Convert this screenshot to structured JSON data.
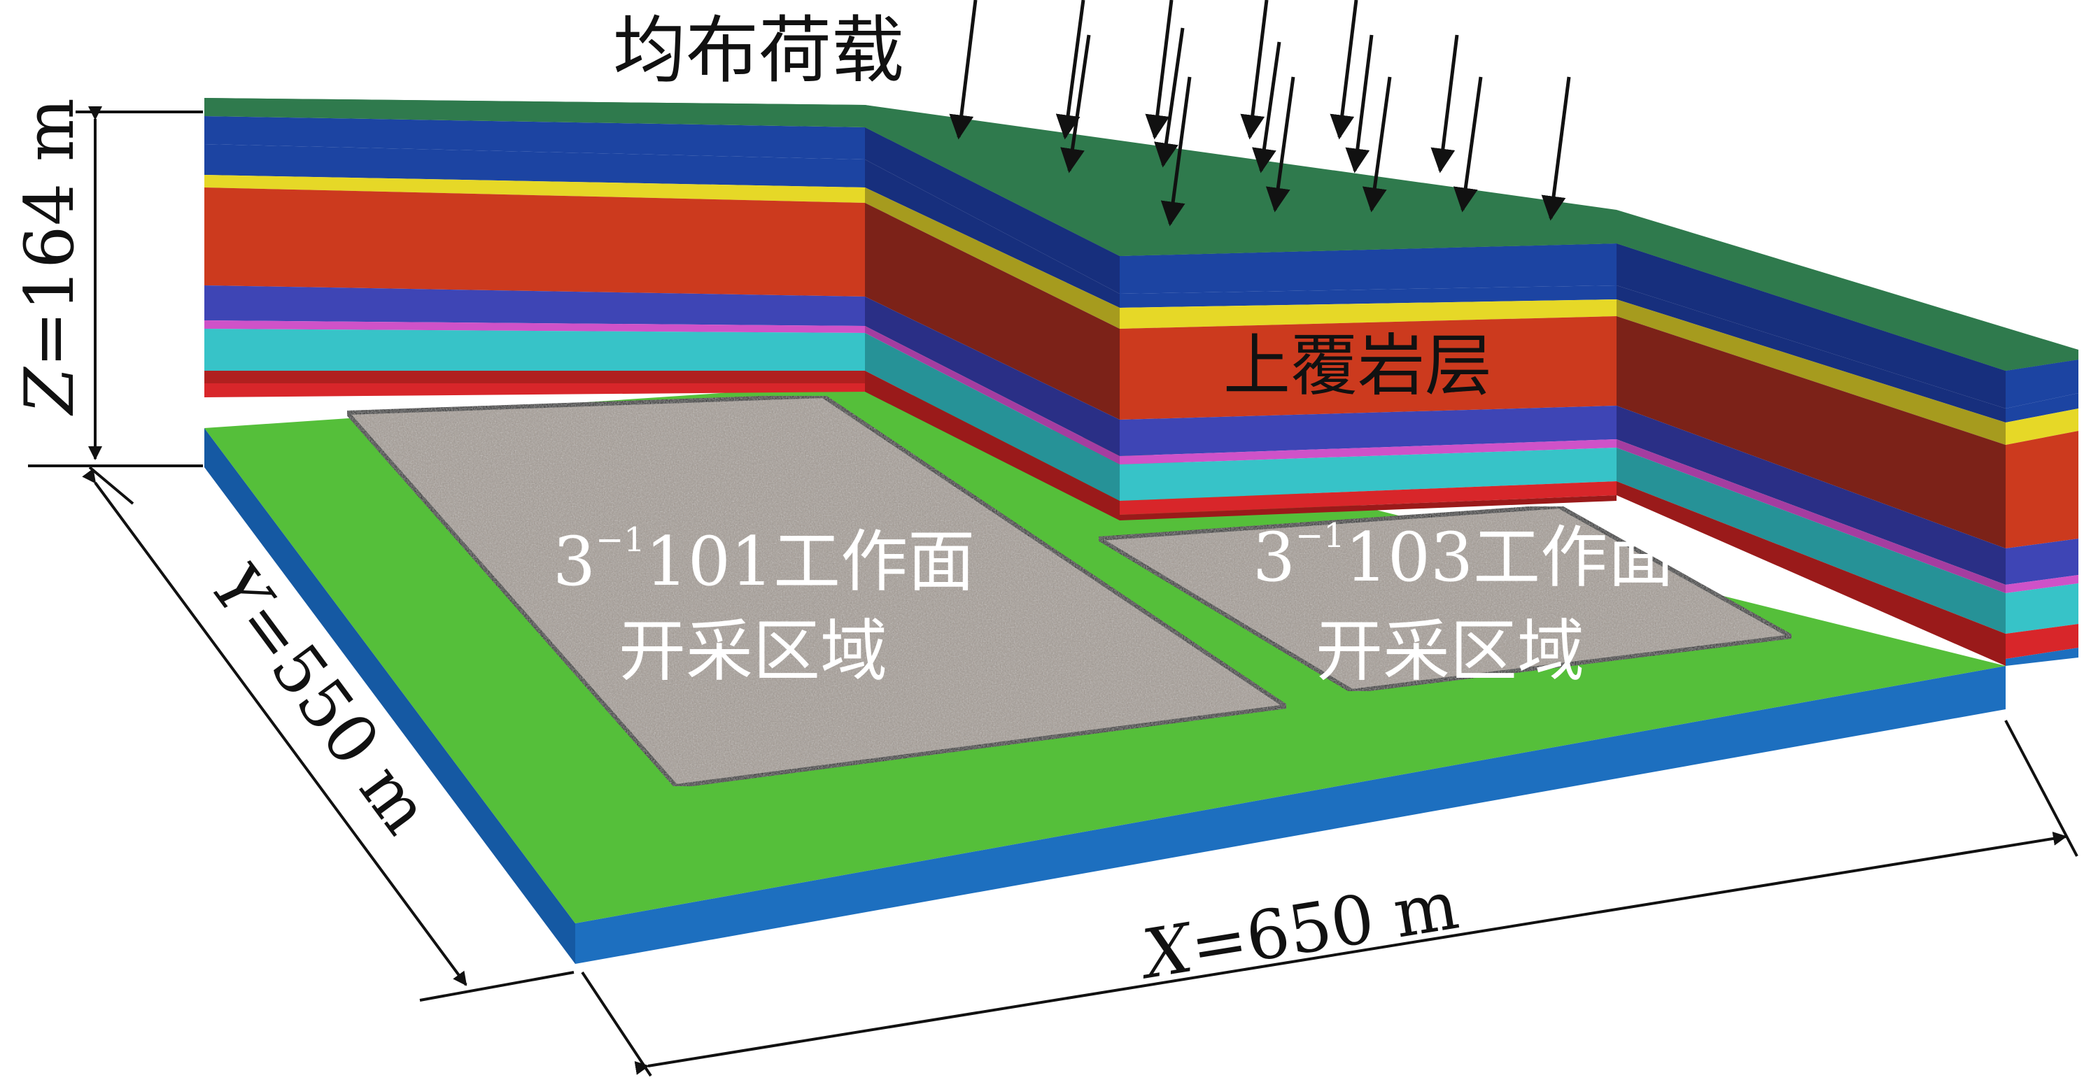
{
  "title": "均布荷载",
  "overburden_label": "上覆岩层",
  "dimensions": {
    "z": {
      "var": "Z",
      "value": "=164 m"
    },
    "y": {
      "var": "Y",
      "value": "=550 m"
    },
    "x": {
      "var": "X",
      "value": "=650 m"
    }
  },
  "workfaces": [
    {
      "prefix": "3",
      "sup": "−1",
      "code": "101",
      "name": "工作面",
      "line2": "开采区域"
    },
    {
      "prefix": "3",
      "sup": "−1",
      "code": "103",
      "name": "工作面",
      "line2": "开采区域"
    }
  ],
  "colors": {
    "top_surface": "#2f7a4d",
    "base_top": "#58c23b",
    "base_side": "#1d69b5",
    "mined_area": "#a69d95",
    "strata": [
      "#1c44a2",
      "#e6d827",
      "#cc3a1e",
      "#3e45b5",
      "#cf52c8",
      "#37c3c8",
      "#d8262a"
    ]
  }
}
